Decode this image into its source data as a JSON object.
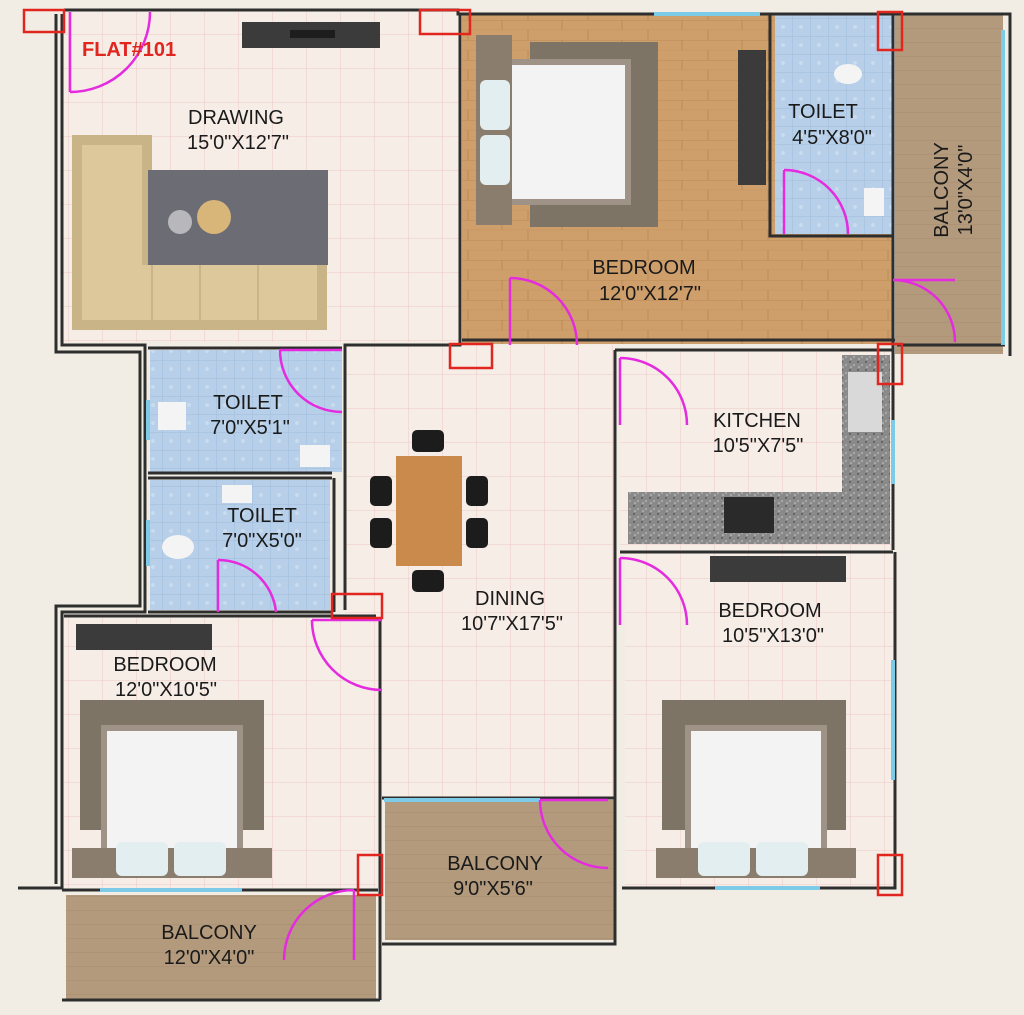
{
  "flat": {
    "label": "FLAT#101"
  },
  "rooms": {
    "drawing": {
      "name": "DRAWING",
      "size": "15'0\"X12'7\""
    },
    "bedroom_top": {
      "name": "BEDROOM",
      "size": "12'0\"X12'7\""
    },
    "toilet_top": {
      "name": "TOILET",
      "size": "4'5\"X8'0\""
    },
    "balcony_right": {
      "name": "BALCONY",
      "size": "13'0\"X4'0\""
    },
    "toilet_1": {
      "name": "TOILET",
      "size": "7'0\"X5'1\""
    },
    "toilet_2": {
      "name": "TOILET",
      "size": "7'0\"X5'0\""
    },
    "kitchen": {
      "name": "KITCHEN",
      "size": "10'5\"X7'5\""
    },
    "dining": {
      "name": "DINING",
      "size": "10'7\"X17'5\""
    },
    "bedroom_left": {
      "name": "BEDROOM",
      "size": "12'0\"X10'5\""
    },
    "bedroom_right": {
      "name": "BEDROOM",
      "size": "10'5\"X13'0\""
    },
    "balcony_mid": {
      "name": "BALCONY",
      "size": "9'0\"X5'6\""
    },
    "balcony_left": {
      "name": "BALCONY",
      "size": "12'0\"X4'0\""
    }
  },
  "colors": {
    "background": "#f1ede4",
    "floor": "#f5ede6",
    "wood_floor": "#cf9f6b",
    "tile": "#b7cfe8",
    "balcony": "#b39a7d",
    "granite": "#8a8a8a",
    "wall": "#2e2e2e",
    "door": "#e52ae0",
    "window": "#7ecbe8",
    "column": "#e0261f",
    "label": "#1a1a1a",
    "flat_label": "#e0261f"
  }
}
